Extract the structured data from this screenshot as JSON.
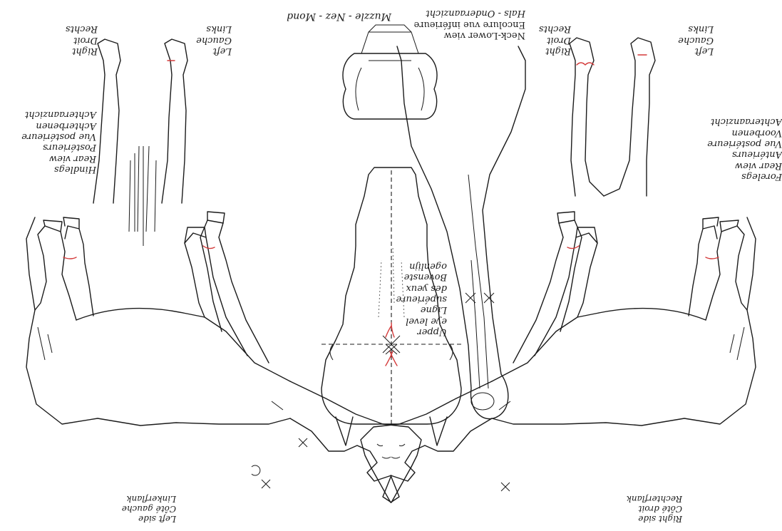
{
  "colors": {
    "ink": "#1b1b1b",
    "accent": "#d43a3a"
  },
  "labels": {
    "left_side": [
      "Left side",
      "Côté gauche",
      "Linkerflank"
    ],
    "right_side": [
      "Right side",
      "Côté droit",
      "Rechterflank"
    ],
    "muzzle": "Muzzle - Nez - Mond",
    "upper_eye": [
      "Upper",
      "eye level",
      "Ligne",
      "supérieure",
      "des yeux",
      "Bovenste",
      "ogenlijn"
    ],
    "neck": [
      "Neck-Lower view",
      "Encolure vue inférieure",
      "Hals - Onderaanzicht"
    ],
    "hindlegs": [
      "Hindlegs",
      "Rear view",
      "Postérieurs",
      "Vue postérieure",
      "Achterbenen",
      "Achteraanzicht"
    ],
    "hind_right": [
      "Right",
      "Droit",
      "Rechts"
    ],
    "hind_left": [
      "Left",
      "Gauche",
      "Links"
    ],
    "forelegs": [
      "Forelegs",
      "Rear view",
      "Antérieurs",
      "Vue postérieure",
      "Voorbenen",
      "Achteraanzicht"
    ],
    "fore_right": [
      "Right",
      "Droit",
      "Rechts"
    ],
    "fore_left": [
      "Left",
      "Gauche",
      "Links"
    ]
  },
  "icons": [
    "eye-level-cross",
    "whorl-marking-red",
    "x-marker",
    "c-marker"
  ]
}
